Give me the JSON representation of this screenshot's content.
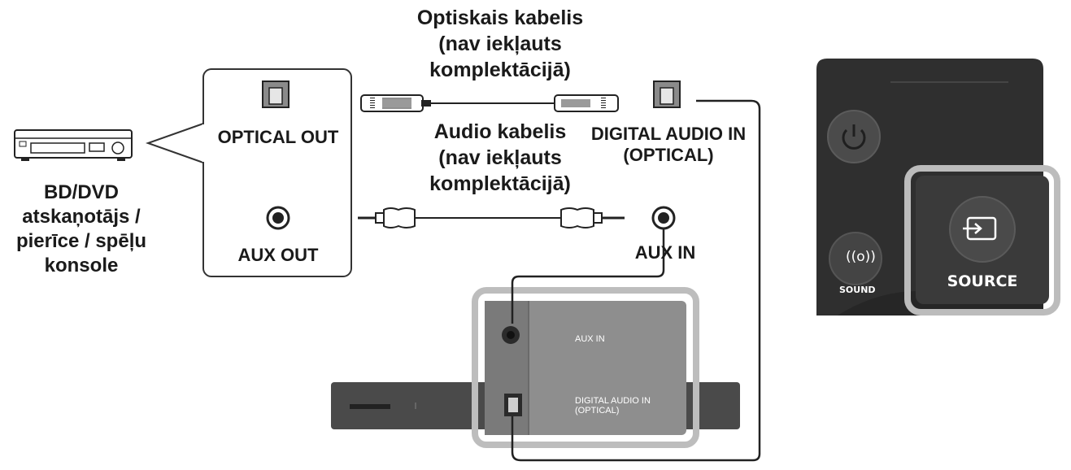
{
  "optical_cable": {
    "line1": "Optiskais kabelis",
    "line2": "(nav iekļauts",
    "line3": "komplektācijā)"
  },
  "audio_cable": {
    "line1": "Audio kabelis",
    "line2": "(nav iekļauts",
    "line3": "komplektācijā)"
  },
  "source_ports": {
    "optical_out": "OPTICAL OUT",
    "aux_out": "AUX OUT"
  },
  "soundbar_ports": {
    "digital_in_line1": "DIGITAL AUDIO IN",
    "digital_in_line2": "(OPTICAL)",
    "aux_in": "AUX IN"
  },
  "device": {
    "line1": "BD/DVD",
    "line2": "atskaņotājs /",
    "line3": "pierīce / spēļu",
    "line4": "konsole"
  },
  "soundbar_panel": {
    "aux_in": "AUX IN",
    "digital_line1": "DIGITAL AUDIO IN",
    "digital_line2": "(OPTICAL)"
  },
  "remote": {
    "sound_label": "SOUND",
    "source_label": "SOURCE"
  },
  "icons": [
    "bd-player-icon",
    "optical-port-icon",
    "aux-jack-icon",
    "optical-cable-icon",
    "aux-cable-icon",
    "soundbar-icon",
    "power-icon",
    "sound-icon",
    "source-icon"
  ]
}
